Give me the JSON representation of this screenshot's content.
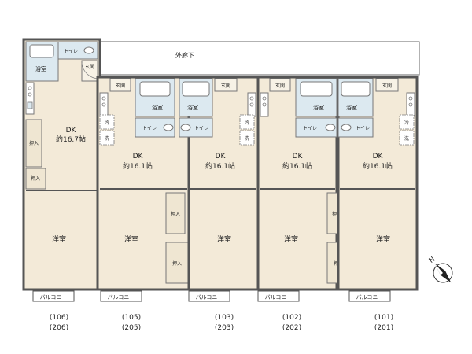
{
  "labels": {
    "corridor": "外廊下",
    "bath": "浴室",
    "toilet": "トイレ",
    "entrance": "玄関",
    "entrance_v": "玄関",
    "closet": "押入",
    "western_room": "洋室",
    "dk": "DK",
    "balcony": "バルコニー",
    "fridge": "冷",
    "washer": "洗"
  },
  "units": [
    {
      "dk_area": "約16.7帖",
      "numbers": [
        "(106)",
        "(206)"
      ]
    },
    {
      "dk_area": "約16.1帖",
      "numbers": [
        "(105)",
        "(205)"
      ]
    },
    {
      "dk_area": "約16.1帖",
      "numbers": [
        "(103)",
        "(203)"
      ]
    },
    {
      "dk_area": "約16.1帖",
      "numbers": [
        "(102)",
        "(202)"
      ]
    },
    {
      "dk_area": "約16.1帖",
      "numbers": [
        "(101)",
        "(201)"
      ]
    }
  ],
  "compass": {
    "north": "N"
  },
  "colors": {
    "floor": "#f3ead8",
    "wet": "#dce9f0",
    "wall": "#555555",
    "closet": "#efe6d2"
  }
}
